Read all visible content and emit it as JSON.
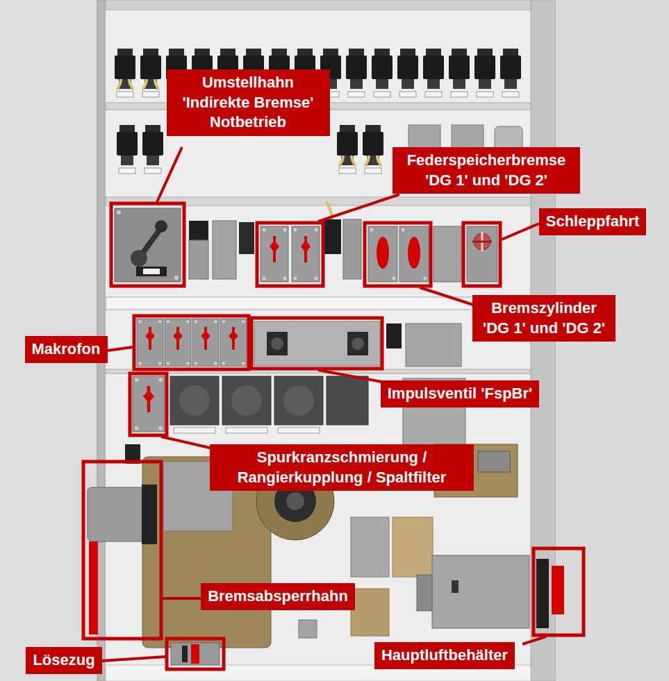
{
  "diagram": {
    "nodes": [
      {
        "text": [
          "Umstellhahn 'Indirekte Bremse' Notbetrieb"
        ]
      },
      {
        "text": [
          "Federspeicherbremse 'DG 1' und 'DG 2'"
        ]
      },
      {
        "text": [
          "Schleppfahrt"
        ]
      },
      {
        "text": [
          "Bremszylinder 'DG 1' und 'DG 2'"
        ]
      },
      {
        "text": [
          "Makrofon"
        ]
      },
      {
        "text": [
          "Impulsventil 'FspBr'"
        ]
      },
      {
        "text": [
          "Spurkranzschmierung / Rangierkupplung / Spaltfilter"
        ]
      },
      {
        "text": [
          "Bremsabsperrhahn"
        ]
      },
      {
        "text": [
          "Lösezug"
        ]
      },
      {
        "text": [
          "Hauptluftbehälter"
        ]
      }
    ]
  }
}
